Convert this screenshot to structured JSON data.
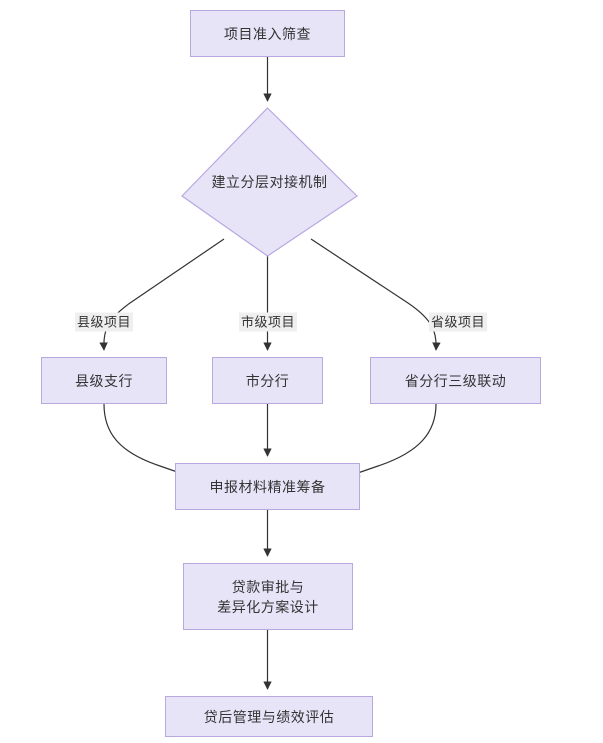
{
  "diagram": {
    "type": "flowchart",
    "direction": "top-down",
    "background_color": "#ffffff",
    "node_fill": "#e8e4f8",
    "node_stroke": "#b9a8e0",
    "edge_color": "#333333",
    "edge_label_bg": "#efefef",
    "text_color": "#333333",
    "nodes": [
      {
        "id": "n1",
        "shape": "rect",
        "label": "项目准入筛查"
      },
      {
        "id": "n2",
        "shape": "diamond",
        "label": "建立分层对接机制"
      },
      {
        "id": "n3",
        "shape": "rect",
        "label": "县级支行"
      },
      {
        "id": "n4",
        "shape": "rect",
        "label": "市分行"
      },
      {
        "id": "n5",
        "shape": "rect",
        "label": "省分行三级联动"
      },
      {
        "id": "n6",
        "shape": "rect",
        "label": "申报材料精准筹备"
      },
      {
        "id": "n7",
        "shape": "rect",
        "label": "贷款审批与\n差异化方案设计"
      },
      {
        "id": "n8",
        "shape": "rect",
        "label": "贷后管理与绩效评估"
      }
    ],
    "edges": [
      {
        "from": "n1",
        "to": "n2",
        "label": ""
      },
      {
        "from": "n2",
        "to": "n3",
        "label": "县级项目"
      },
      {
        "from": "n2",
        "to": "n4",
        "label": "市级项目"
      },
      {
        "from": "n2",
        "to": "n5",
        "label": "省级项目"
      },
      {
        "from": "n3",
        "to": "n6",
        "label": ""
      },
      {
        "from": "n4",
        "to": "n6",
        "label": ""
      },
      {
        "from": "n5",
        "to": "n6",
        "label": ""
      },
      {
        "from": "n6",
        "to": "n7",
        "label": ""
      },
      {
        "from": "n7",
        "to": "n8",
        "label": ""
      }
    ],
    "edge_labels": {
      "county": "县级项目",
      "city": "市级项目",
      "province": "省级项目"
    }
  }
}
